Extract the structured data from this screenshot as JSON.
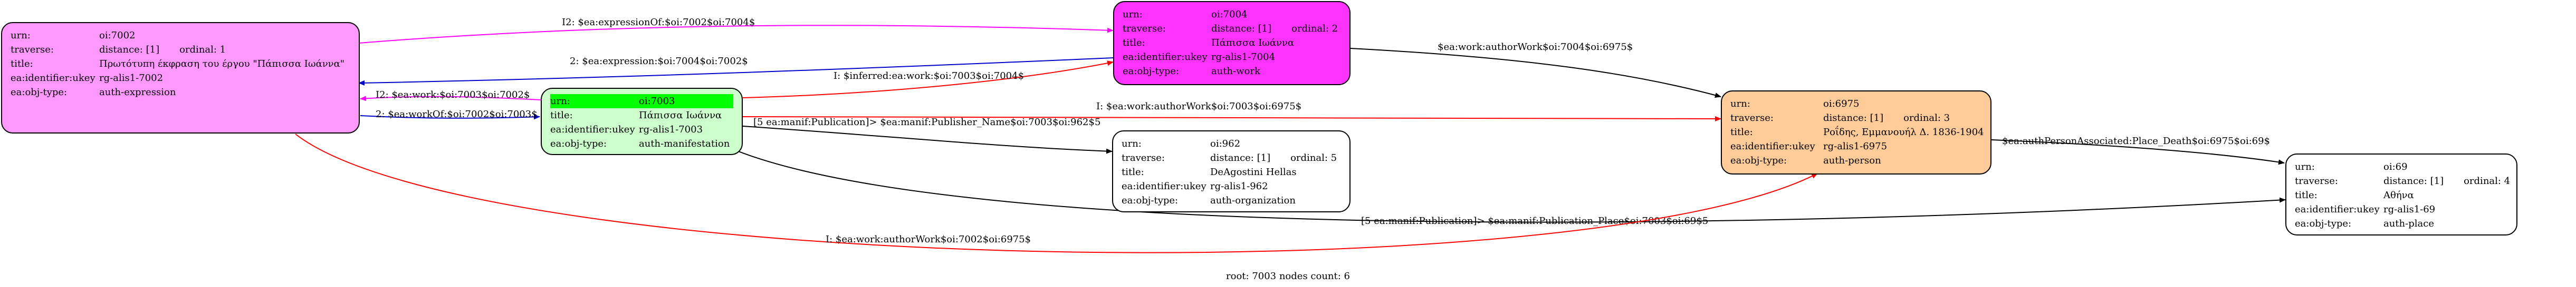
{
  "nodes": {
    "n7002": {
      "color": "#ff99ff",
      "rows": [
        {
          "k": "urn:",
          "v": "oi:7002"
        },
        {
          "k": "traverse:",
          "v": "distance: [1]",
          "ord": "ordinal: 1"
        },
        {
          "k": "title:",
          "v": "Πρωτότυπη έκφραση του έργου \"Πάπισσα Ιωάννα\""
        },
        {
          "k": "ea:identifier:ukey",
          "v": "rg-alis1-7002"
        },
        {
          "k": "ea:obj-type:",
          "v": "auth-expression"
        }
      ]
    },
    "n7004": {
      "color": "#ff33ff",
      "rows": [
        {
          "k": "urn:",
          "v": "oi:7004"
        },
        {
          "k": "traverse:",
          "v": "distance: [1]",
          "ord": "ordinal: 2"
        },
        {
          "k": "title:",
          "v": "Πάπισσα Ιωάννα"
        },
        {
          "k": "ea:identifier:ukey",
          "v": "rg-alis1-7004"
        },
        {
          "k": "ea:obj-type:",
          "v": "auth-work"
        }
      ]
    },
    "n7003": {
      "color": "#ccffcc",
      "highlight": "#00ff00",
      "rows": [
        {
          "k": "urn:",
          "v": "oi:7003"
        },
        {
          "k": "title:",
          "v": "Πάπισσα Ιωάννα"
        },
        {
          "k": "ea:identifier:ukey",
          "v": "rg-alis1-7003"
        },
        {
          "k": "ea:obj-type:",
          "v": "auth-manifestation"
        }
      ]
    },
    "n962": {
      "color": "#ffffff",
      "rows": [
        {
          "k": "urn:",
          "v": "oi:962"
        },
        {
          "k": "traverse:",
          "v": "distance: [1]",
          "ord": "ordinal: 5"
        },
        {
          "k": "title:",
          "v": "DeAgostini Hellas"
        },
        {
          "k": "ea:identifier:ukey",
          "v": "rg-alis1-962"
        },
        {
          "k": "ea:obj-type:",
          "v": "auth-organization"
        }
      ]
    },
    "n6975": {
      "color": "#ffcc99",
      "rows": [
        {
          "k": "urn:",
          "v": "oi:6975"
        },
        {
          "k": "traverse:",
          "v": "distance: [1]",
          "ord": "ordinal: 3"
        },
        {
          "k": "title:",
          "v": "Ροΐδης, Εμμανουήλ Δ. 1836-1904"
        },
        {
          "k": "ea:identifier:ukey",
          "v": "rg-alis1-6975"
        },
        {
          "k": "ea:obj-type:",
          "v": "auth-person"
        }
      ]
    },
    "n69": {
      "color": "#ffffff",
      "rows": [
        {
          "k": "urn:",
          "v": "oi:69"
        },
        {
          "k": "traverse:",
          "v": "distance: [1]",
          "ord": "ordinal: 4"
        },
        {
          "k": "title:",
          "v": "Αθήνα"
        },
        {
          "k": "ea:identifier:ukey",
          "v": "rg-alis1-69"
        },
        {
          "k": "ea:obj-type:",
          "v": "auth-place"
        }
      ]
    }
  },
  "edges": {
    "e1": {
      "label": "I2: $ea:expressionOf:$oi:7002$oi:7004$",
      "color": "#ff00ff"
    },
    "e2": {
      "label": "2: $ea:expression:$oi:7004$oi:7002$",
      "color": "#0000cc"
    },
    "e3": {
      "label": "I2: $ea:work:$oi:7003$oi:7002$",
      "color": "#ff00ff"
    },
    "e4": {
      "label": "2: $ea:workOf:$oi:7002$oi:7003$",
      "color": "#0000cc"
    },
    "e5": {
      "label": "I: $inferred:ea:work:$oi:7003$oi:7004$",
      "color": "#ff0000"
    },
    "e6": {
      "label": "$ea:work:authorWork$oi:7004$oi:6975$",
      "color": "#000000"
    },
    "e7": {
      "label": "I: $ea:work:authorWork$oi:7003$oi:6975$",
      "color": "#ff0000"
    },
    "e8": {
      "label": "[5 ea:manif:Publication]> $ea:manif:Publisher_Name$oi:7003$oi:962$5",
      "color": "#000000"
    },
    "e9": {
      "label": "$ea:authPersonAssociated:Place_Death$oi:6975$oi:69$",
      "color": "#000000"
    },
    "e10": {
      "label": "[5 ea:manif:Publication]> $ea:manif:Publication_Place$oi:7003$oi:69$5",
      "color": "#000000"
    },
    "e11": {
      "label": "I: $ea:work:authorWork$oi:7002$oi:6975$",
      "color": "#ff0000"
    }
  },
  "footer": "root: 7003 nodes count: 6"
}
